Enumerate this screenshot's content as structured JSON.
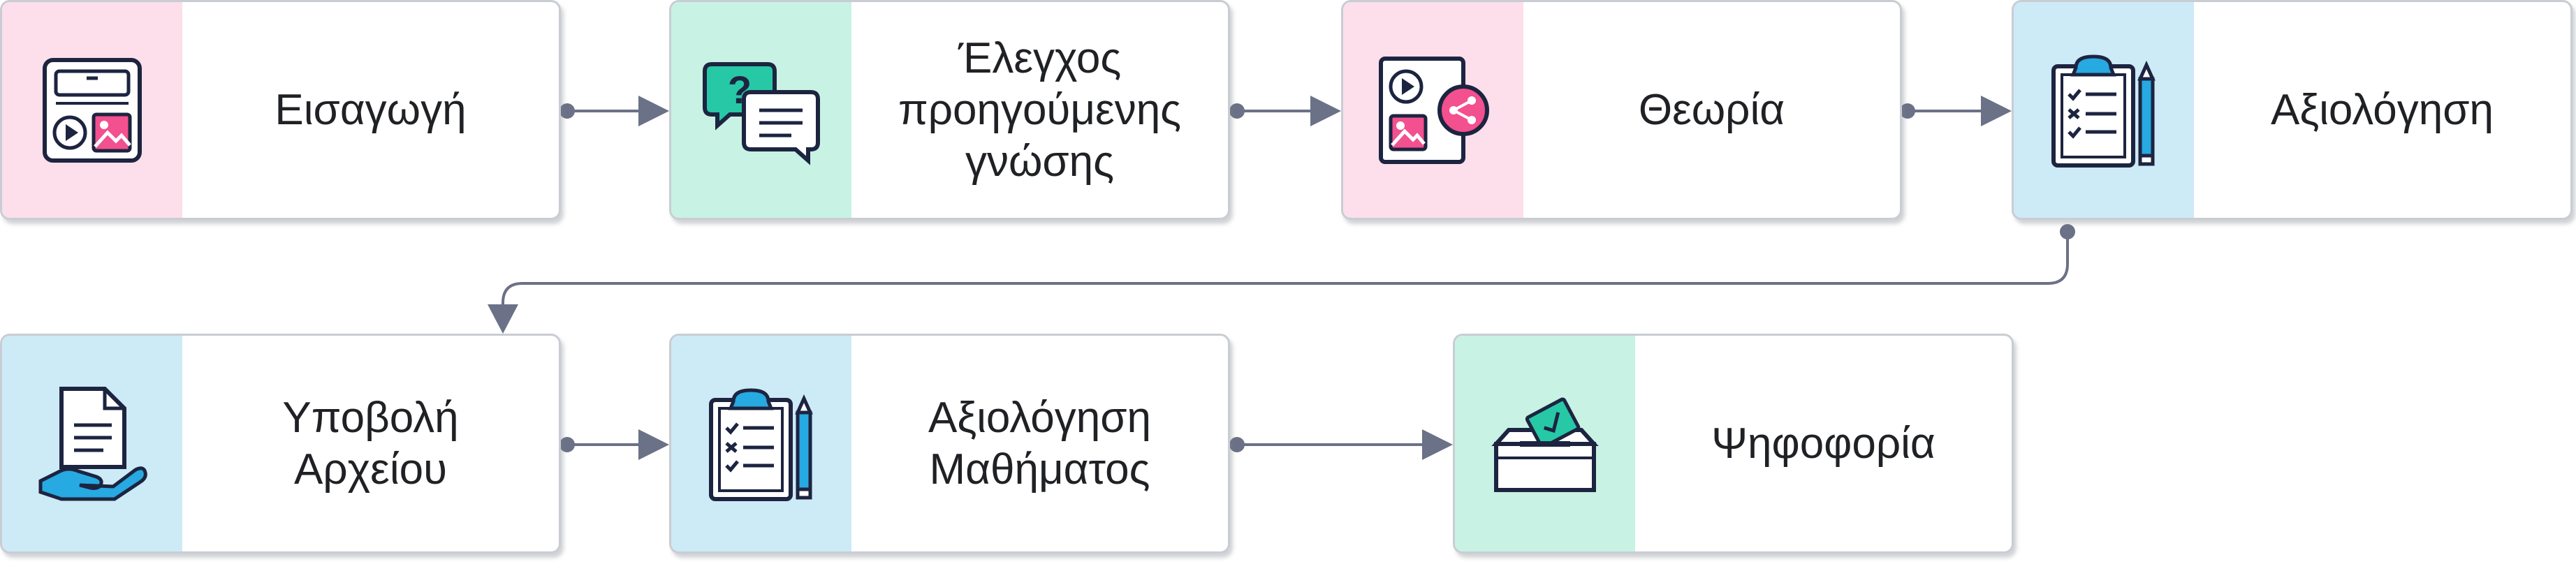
{
  "diagram": {
    "steps": [
      {
        "id": "step-1",
        "label": "Εισαγωγή",
        "icon": "media-layout-icon",
        "panel_color": "#fcdfea"
      },
      {
        "id": "step-2",
        "label": "Έλεγχος\nπροηγούμενης\nγνώσης",
        "icon": "question-chat-icon",
        "panel_color": "#c8f2e4"
      },
      {
        "id": "step-3",
        "label": "Θεωρία",
        "icon": "media-share-icon",
        "panel_color": "#fcdfea"
      },
      {
        "id": "step-4",
        "label": "Αξιολόγηση",
        "icon": "clipboard-checklist-icon",
        "panel_color": "#cdeaf7"
      },
      {
        "id": "step-5",
        "label": "Υποβολή\nΑρχείου",
        "icon": "document-hand-icon",
        "panel_color": "#cdeaf7"
      },
      {
        "id": "step-6",
        "label": "Αξιολόγηση\nΜαθήματος",
        "icon": "clipboard-checklist-icon",
        "panel_color": "#cdeaf7"
      },
      {
        "id": "step-7",
        "label": "Ψηφοφορία",
        "icon": "ballot-box-icon",
        "panel_color": "#c8f2e4"
      }
    ],
    "connections": [
      {
        "from": "step-1",
        "to": "step-2"
      },
      {
        "from": "step-2",
        "to": "step-3"
      },
      {
        "from": "step-3",
        "to": "step-4"
      },
      {
        "from": "step-4",
        "to": "step-5"
      },
      {
        "from": "step-5",
        "to": "step-6"
      },
      {
        "from": "step-6",
        "to": "step-7"
      }
    ],
    "colors": {
      "connector": "#6b7186",
      "card_border": "#c9cdd3",
      "icon_stroke": "#1d2440",
      "icon_pink": "#f2508f",
      "icon_teal": "#27c8a6",
      "icon_blue": "#27a9e1"
    }
  }
}
